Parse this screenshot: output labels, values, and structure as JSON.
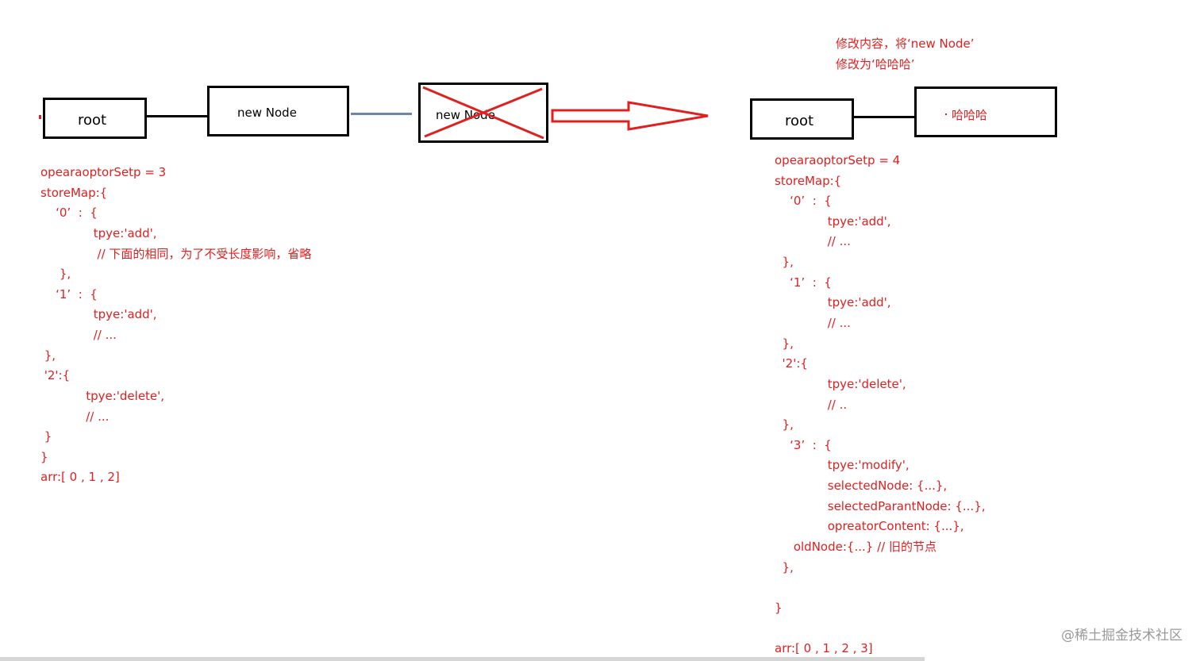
{
  "colors": {
    "annotation": "#e02020",
    "node_border": "#000000",
    "link_line": "#000000",
    "blue_link": "#6a86a8",
    "watermark": "#9a9a9a"
  },
  "left_diagram": {
    "root_label": "root",
    "new_node_label": "new Node",
    "deleted_node_label": "new Node"
  },
  "right_diagram": {
    "root_label": "root",
    "modified_node_label": "哈哈哈",
    "note_lines": [
      "修改内容，将‘new Node’",
      "修改为‘哈哈哈’"
    ]
  },
  "left_code": [
    "opearaoptorSetp = 3",
    "storeMap:{",
    "    ‘0’  :  {",
    "              tpye:'add',",
    "               // 下面的相同，为了不受长度影响，省略",
    "     },",
    "    ‘1’  :  {",
    "              tpye:'add',",
    "              // ...",
    " },",
    " '2':{",
    "            tpye:'delete',",
    "            // ...",
    " }",
    "}",
    "arr:[ 0 , 1 , 2]"
  ],
  "right_code": [
    "opearaoptorSetp = 4",
    "storeMap:{",
    "    ‘0’  :  {",
    "              tpye:'add',",
    "              // ...",
    "  },",
    "    ‘1’  :  {",
    "              tpye:'add',",
    "              // ...",
    "  },",
    "  '2':{",
    "              tpye:'delete',",
    "              // ..",
    "  },",
    "    ‘3’  :  {",
    "              tpye:'modify',",
    "              selectedNode: {...},",
    "              selectedParantNode: {...},",
    "              opreatorContent: {...},",
    "     oldNode:{...} // 旧的节点",
    "  },",
    "",
    "}",
    "",
    "arr:[ 0 , 1 , 2 , 3]"
  ],
  "watermark": "@稀土掘金技术社区"
}
